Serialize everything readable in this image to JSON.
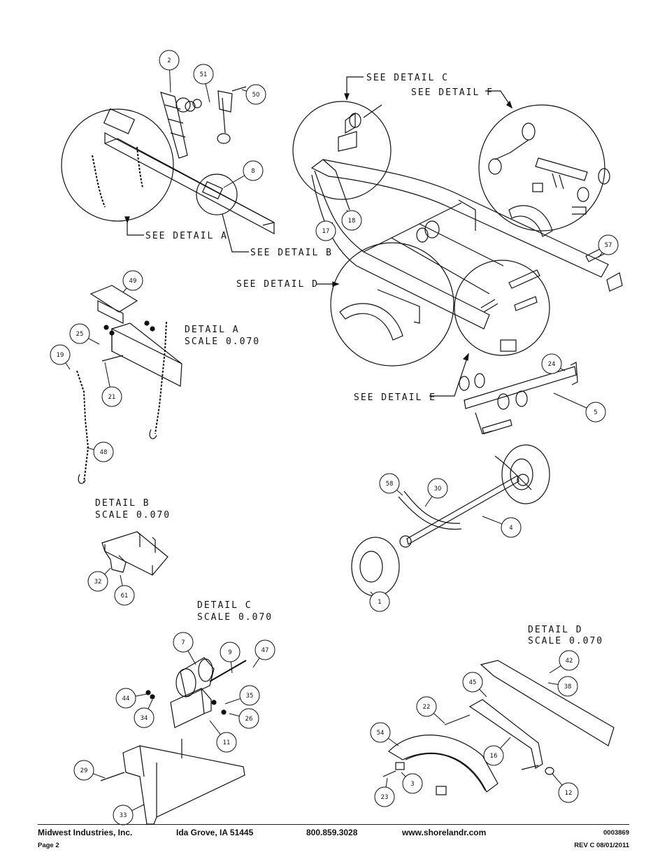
{
  "callouts": {
    "see_detail_a": "SEE DETAIL A",
    "see_detail_b": "SEE DETAIL B",
    "see_detail_c": "SEE DETAIL C",
    "see_detail_d": "SEE DETAIL D",
    "see_detail_e": "SEE DETAIL E",
    "see_detail_f": "SEE DETAIL F"
  },
  "details": {
    "a": {
      "title": "DETAIL A",
      "scale": "SCALE 0.070"
    },
    "b": {
      "title": "DETAIL B",
      "scale": "SCALE 0.070"
    },
    "c": {
      "title": "DETAIL C",
      "scale": "SCALE 0.070"
    },
    "d": {
      "title": "DETAIL D",
      "scale": "SCALE 0.070"
    }
  },
  "part_numbers": [
    "2",
    "51",
    "50",
    "8",
    "17",
    "18",
    "57",
    "49",
    "25",
    "19",
    "21",
    "48",
    "24",
    "5",
    "58",
    "30",
    "4",
    "1",
    "32",
    "61",
    "7",
    "9",
    "47",
    "44",
    "34",
    "35",
    "26",
    "11",
    "29",
    "33",
    "42",
    "38",
    "45",
    "22",
    "54",
    "16",
    "3",
    "23",
    "12"
  ],
  "footer": {
    "company": "Midwest Industries, Inc.",
    "city": "Ida Grove, IA  51445",
    "phone": "800.859.3028",
    "website": "www.shorelandr.com",
    "doc_number": "0003869",
    "page": "Page 2",
    "revision": "REV C  08/01/2011"
  }
}
